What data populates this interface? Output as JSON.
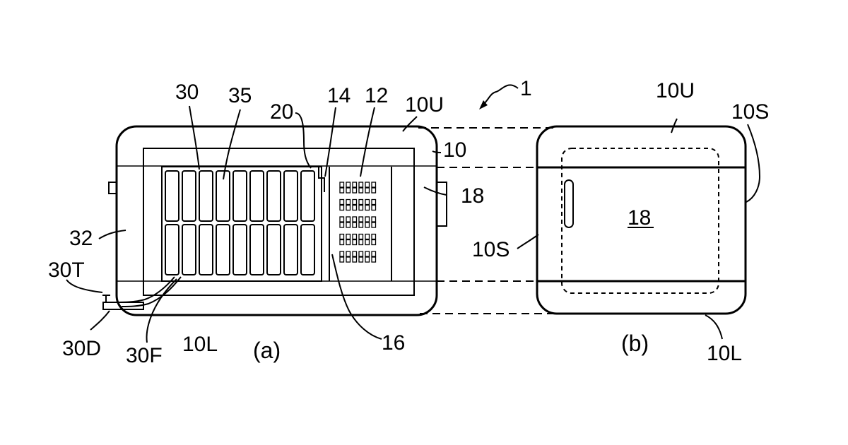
{
  "figure": {
    "labels": {
      "assembly": "1",
      "panel_a": "(a)",
      "panel_b": "(b)"
    },
    "view_a": {
      "ref_30": "30",
      "ref_35": "35",
      "ref_20": "20",
      "ref_14": "14",
      "ref_12": "12",
      "ref_10U": "10U",
      "ref_10": "10",
      "ref_18": "18",
      "ref_32": "32",
      "ref_30T": "30T",
      "ref_30D": "30D",
      "ref_30F": "30F",
      "ref_10L": "10L",
      "ref_16": "16"
    },
    "view_b": {
      "ref_10U": "10U",
      "ref_10S_right": "10S",
      "ref_10S_left": "10S",
      "ref_18": "18",
      "ref_10L": "10L"
    }
  }
}
